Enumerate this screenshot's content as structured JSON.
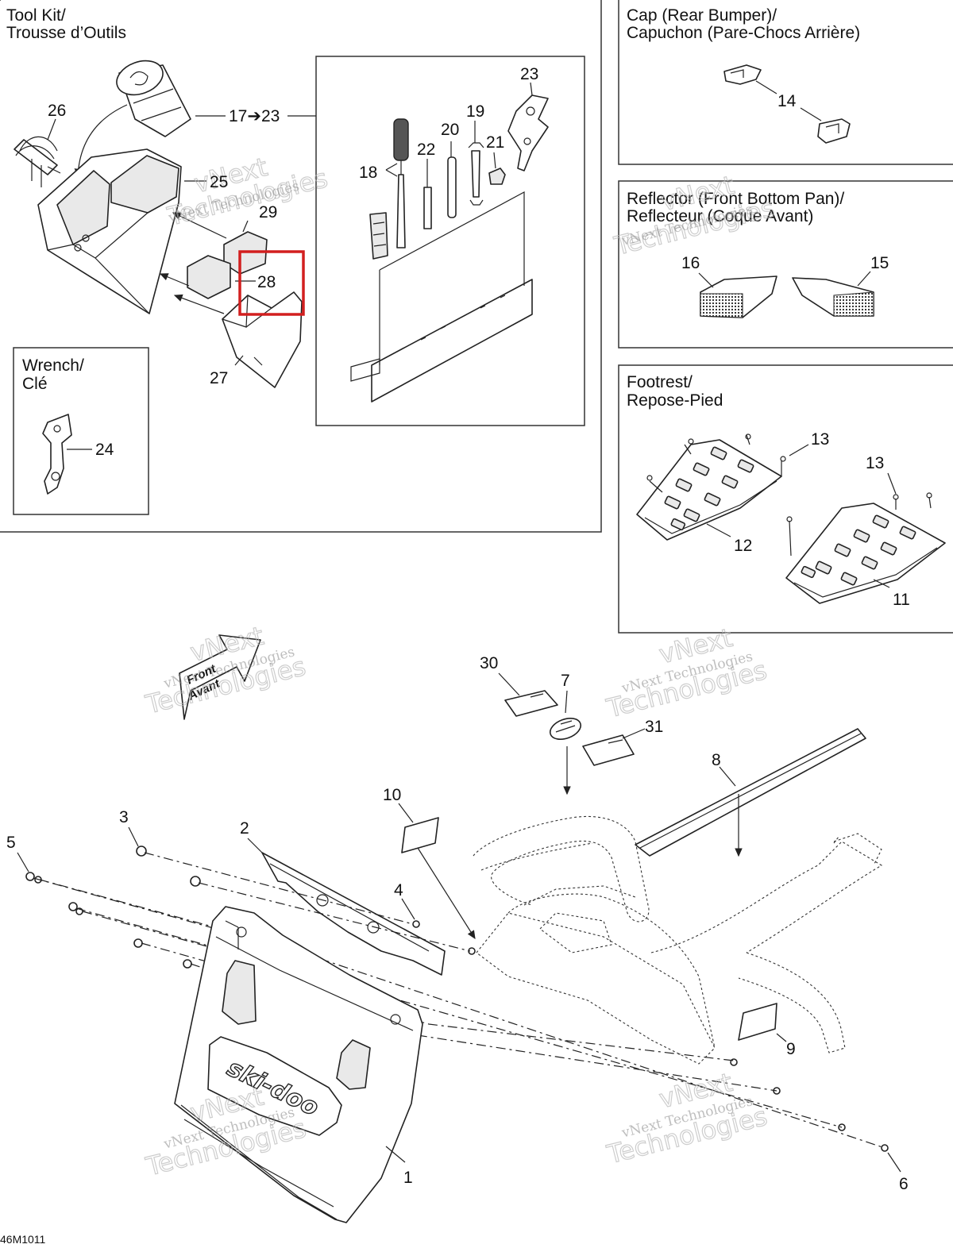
{
  "diagram_code": "46M1011",
  "watermark": {
    "line1": "vNext",
    "line2": "Technologies",
    "line3": "vNext Technologies"
  },
  "sections": {
    "toolkit": {
      "title_line1": "Tool Kit/",
      "title_line2": "Trousse d’Outils"
    },
    "wrench": {
      "title_line1": "Wrench/",
      "title_line2": "Clé"
    },
    "cap": {
      "title_line1": "Cap (Rear Bumper)/",
      "title_line2": "Capuchon (Pare-Chocs Arrière)"
    },
    "reflector": {
      "title_line1": "Reflector (Front Bottom Pan)/",
      "title_line2": "Reflecteur (Coque Avant)"
    },
    "footrest": {
      "title_line1": "Footrest/",
      "title_line2": "Repose-Pied"
    }
  },
  "front_arrow": {
    "line1": "Front",
    "line2": "Avant"
  },
  "callouts": {
    "c1": "1",
    "c2": "2",
    "c3": "3",
    "c4": "4",
    "c5": "5",
    "c6": "6",
    "c7": "7",
    "c8": "8",
    "c9": "9",
    "c10": "10",
    "c11": "11",
    "c12": "12",
    "c13a": "13",
    "c13b": "13",
    "c14": "14",
    "c15": "15",
    "c16": "16",
    "c17_23": "17➔23",
    "c18": "18",
    "c19": "19",
    "c20": "20",
    "c21": "21",
    "c22": "22",
    "c23": "23",
    "c24": "24",
    "c25": "25",
    "c26": "26",
    "c27": "27",
    "c28": "28",
    "c29": "29",
    "c30": "30",
    "c31": "31"
  },
  "highlight": {
    "target": "28",
    "color": "#d21f1f"
  },
  "brand_logo": "ski-doo"
}
